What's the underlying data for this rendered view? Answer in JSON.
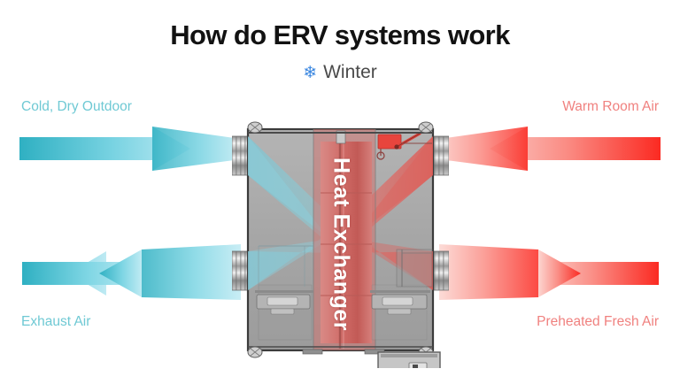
{
  "header": {
    "title": "How do ERV systems work",
    "season_label": "Winter",
    "season_icon": "snowflake-icon",
    "season_glyph": "❄"
  },
  "labels": {
    "top_left": "Cold, Dry Outdoor",
    "bottom_left": "Exhaust Air",
    "top_right": "Warm Room Air",
    "bottom_right": "Preheated Fresh Air"
  },
  "unit": {
    "heat_exchanger_label": "Heat Exchanger"
  },
  "flows": [
    {
      "name": "cold-dry-outdoor-intake",
      "direction": "right",
      "side": "left",
      "position": "top",
      "temperature": "cold"
    },
    {
      "name": "exhaust-air-outlet",
      "direction": "left",
      "side": "left",
      "position": "bottom",
      "temperature": "cold"
    },
    {
      "name": "warm-room-air-intake",
      "direction": "left",
      "side": "right",
      "position": "top",
      "temperature": "warm"
    },
    {
      "name": "preheated-fresh-air-supply",
      "direction": "right",
      "side": "right",
      "position": "bottom",
      "temperature": "warm"
    }
  ],
  "colors": {
    "cold_dark": "#35b3c4",
    "cold_light": "#a9e3ee",
    "cold_text": "#6fc9d4",
    "warm_dark": "#f8302a",
    "warm_light": "#fbc3be",
    "warm_text": "#f0817f",
    "title_text": "#121212",
    "subtitle_text": "#4a4a4a",
    "snowflake": "#3b87e0",
    "background": "#ffffff",
    "unit_body": "#a8a8a8",
    "unit_outline": "#3b3b3b"
  }
}
